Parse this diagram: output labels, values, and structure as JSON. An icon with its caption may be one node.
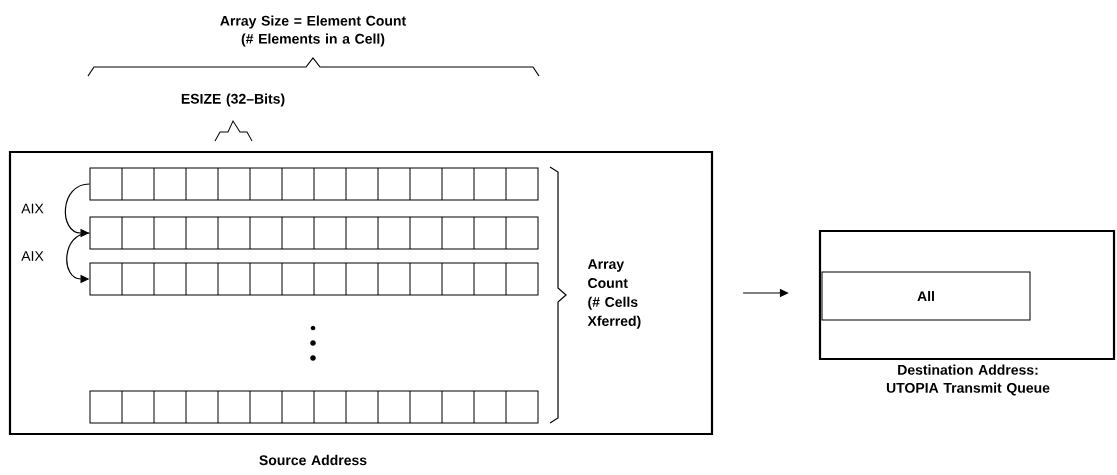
{
  "diagram": {
    "nodes": [
      {
        "text": [
          "Source Address"
        ]
      },
      {
        "text": [],
        "shape": "bar",
        "in": 0
      },
      {
        "text": [],
        "shape": "bar",
        "in": 0
      },
      {
        "text": [],
        "shape": "bar",
        "in": 0
      },
      {
        "text": [],
        "shape": "bar",
        "in": 0
      },
      {
        "text": [
          "Destination Address: UTOPIA Transmit Queue"
        ]
      },
      {
        "text": [
          "All"
        ],
        "in": 5
      }
    ],
    "edges": [
      {
        "from": 1,
        "to": 2,
        "arrow": "to",
        "label": "AIX"
      },
      {
        "from": 2,
        "to": 3,
        "arrow": "to",
        "label": "AIX"
      },
      {
        "from": 0,
        "to": 5,
        "arrow": "to"
      }
    ],
    "labels": [
      "Array Size = Element Count (# Elements in a Cell)",
      "ESIZE (32–Bits)",
      "Array Count (# Cells Xferred)"
    ]
  }
}
